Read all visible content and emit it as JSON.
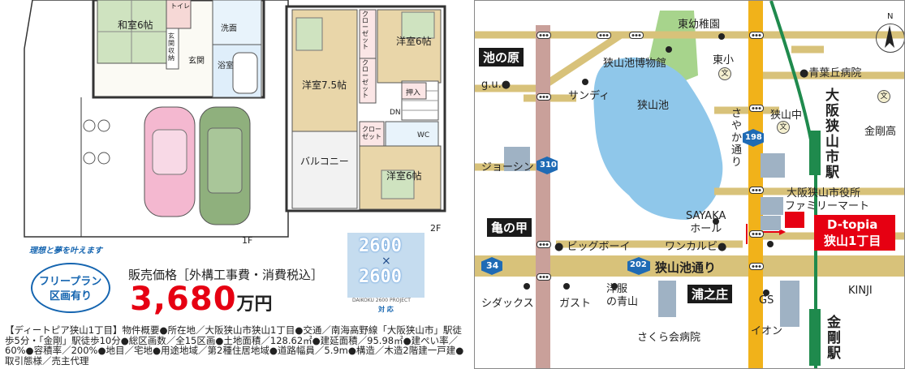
{
  "floorplan": {
    "rooms_1f": {
      "washitsu": "和室6帖",
      "toilet": "トイレ",
      "senmen": "洗面",
      "genkan_shuno": "玄関収納",
      "genkan": "玄関",
      "yokushitsu": "浴室"
    },
    "rooms_2f": {
      "closet1": "クローゼット",
      "closet2": "クローゼット",
      "yoshitsu_6a": "洋室6帖",
      "yoshitsu_75": "洋室7.5帖",
      "oshiire": "押入",
      "dn": "DN",
      "closet3": "クローゼット",
      "wc": "WC",
      "balcony": "バルコニー",
      "yoshitsu_6b": "洋室6帖"
    },
    "floor_1f": "1F",
    "floor_2f": "2F"
  },
  "pricing": {
    "badge_top": "理想と夢を叶えます",
    "badge_line1": "フリープラン",
    "badge_line2": "区画有り",
    "label": "販売価格［外構工事費・消費税込］",
    "price": "3,680",
    "unit": "万円"
  },
  "project_badge": {
    "top": "2600",
    "times": "×",
    "bottom": "2600",
    "caption": "DAIKOKU 2600 PROJECT",
    "sub": "対 応"
  },
  "spec_text": "【ディートピア狭山1丁目】物件概要●所在地／大阪狭山市狭山1丁目●交通／南海高野線「大阪狭山市」駅徒歩5分・「金剛」駅徒歩10分●総区画数／全15区画●土地面積／128.62㎡●建延面積／95.98㎡●建ぺい率／60%●容積率／200%●地目／宅地●用途地域／第2種住居地域●道路幅員／5.9m●構造／木造2階建一戸建●取引態様／売主代理",
  "map": {
    "blocks": {
      "ikenohara": "池の原",
      "kamenoko": "亀の甲",
      "uranosho": "浦之庄"
    },
    "labels": {
      "higashi_yochien": "東幼稚園",
      "sayamaike_museum": "狭山池博物館",
      "tosho": "東小",
      "aobaoka": "●青葉丘病院",
      "gu": "g.u.●",
      "sandi": "サンディ",
      "sayamaike": "狭山池",
      "sayamachu": "狭山中",
      "osakasayamashi_station": "大阪狭山市駅",
      "kongo_high": "金剛高",
      "joshin": "ジョーシン",
      "route310": "310",
      "sayaka_dori": "さやか通り",
      "route198": "198",
      "city_office": "大阪狭山市役所",
      "familymart": "ファミリーマート",
      "sayaka_hall": "SAYAKA\nホール",
      "dtopia": "D-topia\n狭山1丁目",
      "big_boy": "● ビッグボーイ",
      "wankarubi": "ワンカルビ●",
      "route34": "34",
      "route202": "202",
      "sayamaike_dori": "狭山池通り",
      "kinji": "KINJI",
      "shidax": "シダックス",
      "gusto": "ガスト",
      "aoyama": "洋服\nの青山",
      "gs": "GS",
      "aeon": "イオン",
      "kongo_station": "金剛駅",
      "sakurakai": "さくら会病院",
      "north": "N",
      "school_mark": "文"
    },
    "colors": {
      "main_road": "#f1b21a",
      "road": "#d8c27a",
      "railway": "#1f8a4d",
      "pond": "#8fc7ea",
      "park": "#a7d48c",
      "road_pink": "#c9a09a",
      "accent_red": "#e60012"
    }
  }
}
